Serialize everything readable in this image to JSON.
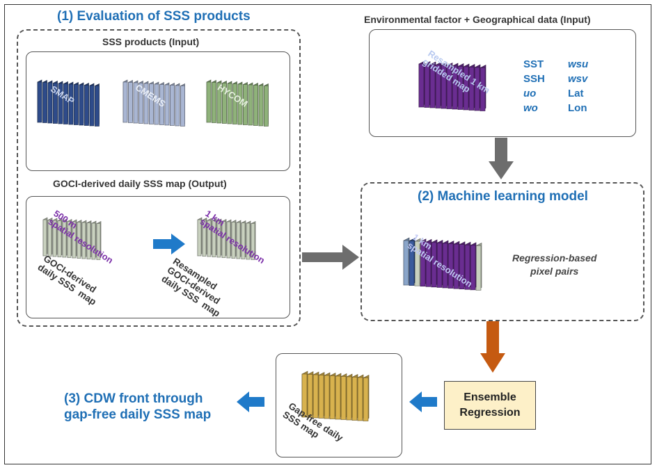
{
  "panel1": {
    "title": "(1) Evaluation of SSS products",
    "input_heading": "SSS products (Input)",
    "products": [
      {
        "label": "SMAP",
        "color": "#2e4b8a"
      },
      {
        "label": "CMEMS",
        "color": "#a9b6d3"
      },
      {
        "label": "HYCOM",
        "color": "#8fb27a"
      }
    ],
    "output_heading": "GOCI-derived daily SSS map (Output)",
    "maps": [
      {
        "stack_label": "500 m\nspatial resolution",
        "caption": "GOCI-derived\ndaily SSS  map"
      },
      {
        "stack_label": "1 km\nspatial resolution",
        "caption": "Resampled\nGOCI-derived\ndaily SSS  map"
      }
    ]
  },
  "input_box": {
    "heading": "Environmental factor + Geographical data (Input)",
    "stack_label": "Resampled 1 km\ngridded map",
    "variables_left": [
      "SST",
      "SSH",
      "uo",
      "wo"
    ],
    "variables_right": [
      "wsu",
      "wsv",
      "Lat",
      "Lon"
    ]
  },
  "panel2": {
    "title": "(2) Machine learning model",
    "stack_label": "1 km\nspatial resolution",
    "note": "Regression-based\npixel pairs"
  },
  "ensemble": {
    "label": "Ensemble\nRegression"
  },
  "gap_free": {
    "caption": "Gap-free daily\nSSS map"
  },
  "panel3": {
    "title": "(3) CDW front through\ngap-free daily SSS map"
  },
  "colors": {
    "title_blue": "#1f6fb5",
    "stack_purple": "#6a2d91",
    "stack_gray": "#c9d1bf",
    "stack_gold": "#d8b24e",
    "arrow_gray": "#6d6d6d",
    "arrow_orange": "#c55a11",
    "arrow_blue": "#1f7ac9",
    "ensemble_fill": "#fdf0c8"
  }
}
